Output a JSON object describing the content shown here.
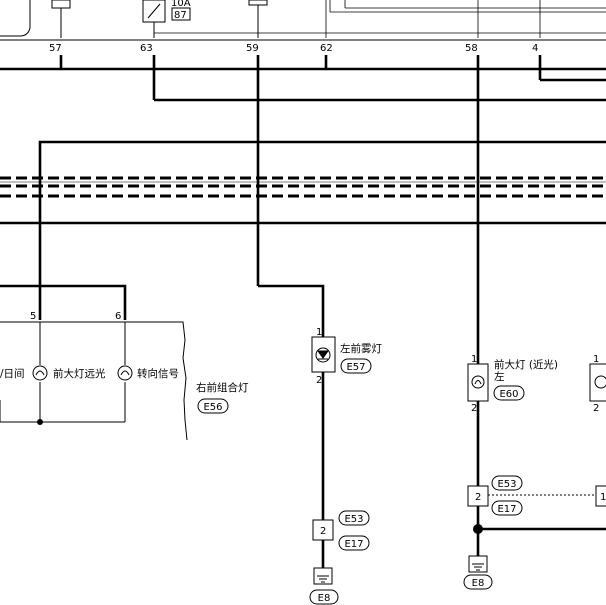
{
  "top": {
    "fuse_rating": "10A",
    "relay_pin": "87",
    "pins": [
      "57",
      "63",
      "59",
      "62",
      "58",
      "4"
    ]
  },
  "right_combination_lamp": {
    "name": "右前组合灯",
    "connector": "E56",
    "pin_left": "5",
    "pin_right": "6",
    "cut_label": "/日间",
    "headlamp_high": "前大灯远光",
    "turn_signal": "转向信号"
  },
  "fog_lamp": {
    "name": "左前雾灯",
    "connector": "E57",
    "pin_top": "1",
    "pin_bottom": "2",
    "junction_pin": "2",
    "junction_conn_a": "E53",
    "junction_conn_b": "E17",
    "ground": "E8"
  },
  "headlamp_low": {
    "name": "前大灯 (近光)",
    "side": "左",
    "connector": "E60",
    "pin_top": "1",
    "pin_bottom": "2",
    "junction_pin_left": "2",
    "junction_pin_right": "1",
    "junction_conn_a": "E53",
    "junction_conn_b": "E17",
    "ground": "E8",
    "right_pin_top": "1",
    "right_pin_bottom": "2"
  }
}
